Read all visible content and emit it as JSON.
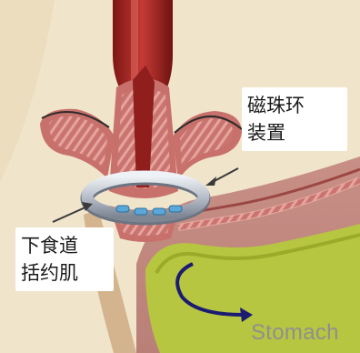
{
  "labels": {
    "magnetic_ring": "磁珠环\n装置",
    "les": "下食道\n括约肌",
    "stomach": "Stomach"
  },
  "colors": {
    "background": "#efe3c8",
    "esophagus": "#b8322e",
    "muscle_tissue": "#c8706b",
    "stomach_lining": "#b3c43a",
    "device_ring": "#c6ccd6",
    "arrow_stroke": "#1a1a7a"
  },
  "icons": [
    "arrow-to-ring",
    "arrow-to-sphincter",
    "stomach-curved-arrow"
  ]
}
